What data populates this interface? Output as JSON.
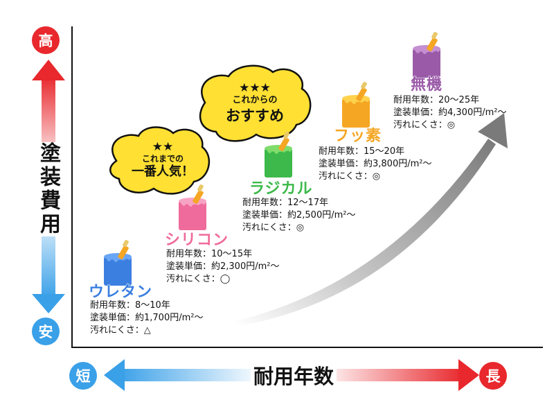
{
  "axes": {
    "y_title": "塗装費用",
    "y_high": "高",
    "y_low": "安",
    "x_title": "耐用年数",
    "x_short": "短",
    "x_long": "長"
  },
  "products": [
    {
      "name": "ウレタン",
      "color": "#3b7fe0",
      "durability": "耐用年数：8〜10年",
      "price": "塗装単価：約1,700円/m²〜",
      "stain": "汚れにくさ：△"
    },
    {
      "name": "シリコン",
      "color": "#ef6b9b",
      "durability": "耐用年数：10〜15年",
      "price": "塗装単価：約2,300円/m²〜",
      "stain": "汚れにくさ：◯"
    },
    {
      "name": "ラジカル",
      "color": "#3cb94a",
      "durability": "耐用年数：12〜17年",
      "price": "塗装単価：約2,500円/m²〜",
      "stain": "汚れにくさ：◎"
    },
    {
      "name": "フッ素",
      "color": "#f5a623",
      "durability": "耐用年数：15〜20年",
      "price": "塗装単価：約3,800円/m²〜",
      "stain": "汚れにくさ：◎"
    },
    {
      "name": "無機",
      "color": "#9a5aa8",
      "durability": "耐用年数：20〜25年",
      "price": "塗装単価：約4,300円/m²〜",
      "stain": "汚れにくさ：◎"
    }
  ],
  "bubbles": {
    "past": {
      "stars": "★★",
      "line1": "これまでの",
      "line2": "一番人気！"
    },
    "future": {
      "stars": "★★★",
      "line1": "これからの",
      "line2": "おすすめ"
    }
  },
  "colors": {
    "high_red": "#e8282d",
    "low_blue": "#3aa0e8",
    "bubble_yellow": "#ffe033",
    "arrow_gray": "#8a8a8a"
  }
}
